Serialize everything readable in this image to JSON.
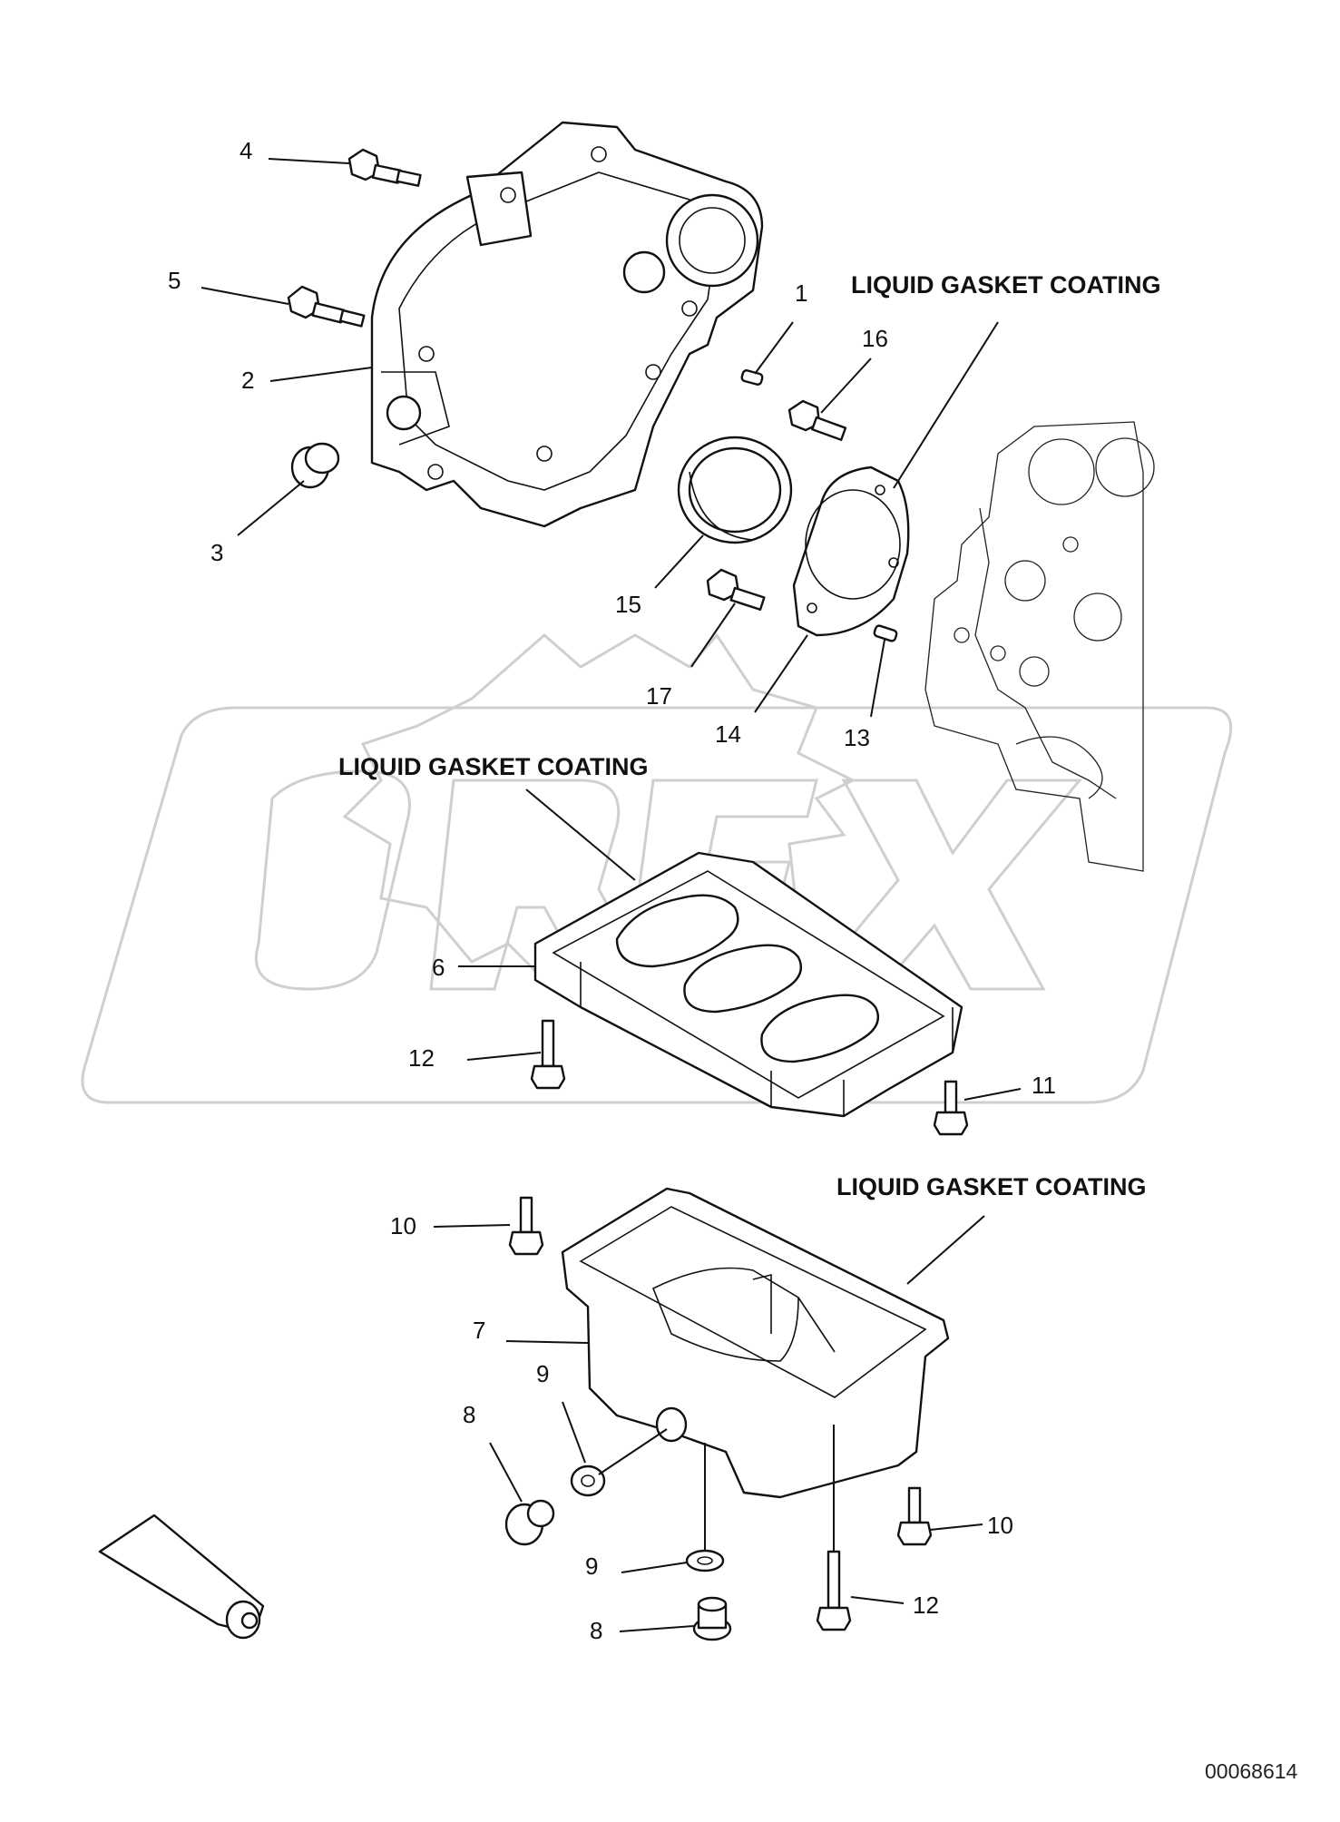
{
  "diagram": {
    "callouts": {
      "c1": "1",
      "c2": "2",
      "c3": "3",
      "c4": "4",
      "c5": "5",
      "c6": "6",
      "c7": "7",
      "c8a": "8",
      "c8b": "8",
      "c9a": "9",
      "c9b": "9",
      "c10a": "10",
      "c10b": "10",
      "c11": "11",
      "c12a": "12",
      "c12b": "12",
      "c13": "13",
      "c14": "14",
      "c15": "15",
      "c16": "16",
      "c17": "17"
    },
    "notes": {
      "gasket_top": "LIQUID GASKET COATING",
      "gasket_mid": "LIQUID GASKET COATING",
      "gasket_bottom": "LIQUID GASKET COATING"
    },
    "document_number": "00068614",
    "watermark": "OREX"
  }
}
